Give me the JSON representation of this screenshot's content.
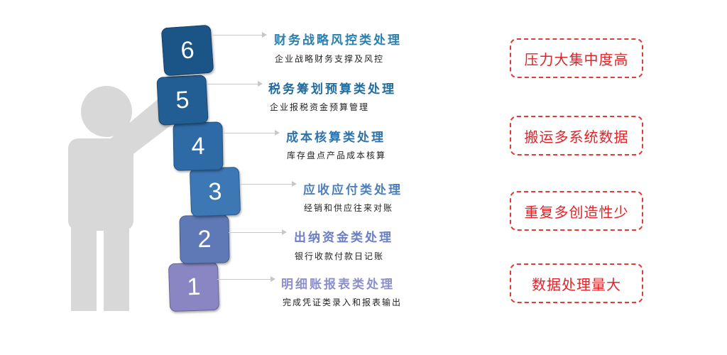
{
  "levels": [
    {
      "num": "1",
      "title": "明细账报表类处理",
      "desc": "完成凭证类录入和报表输出",
      "color": "#8a86c4",
      "title_color": "#8b8fcb"
    },
    {
      "num": "2",
      "title": "出纳资金类处理",
      "desc": "银行收款付款日记账",
      "color": "#5f78b6",
      "title_color": "#6c7fc4"
    },
    {
      "num": "3",
      "title": "应收应付类处理",
      "desc": "经销和供应往来对账",
      "color": "#3d78b5",
      "title_color": "#4d80bb"
    },
    {
      "num": "4",
      "title": "成本核算类处理",
      "desc": "库存盘点产品成本核算",
      "color": "#2e6aa6",
      "title_color": "#2f73ab"
    },
    {
      "num": "5",
      "title": "税务筹划预算类处理",
      "desc": "企业报税资金预算管理",
      "color": "#225e94",
      "title_color": "#216d9f"
    },
    {
      "num": "6",
      "title": "财务战略风控类处理",
      "desc": "企业战略财务支撑及风控",
      "color": "#1b5487",
      "title_color": "#2a80b0"
    }
  ],
  "tags": [
    "压力大集中度高",
    "搬运多系统数据",
    "重复多创造性少",
    "数据处理量大"
  ]
}
